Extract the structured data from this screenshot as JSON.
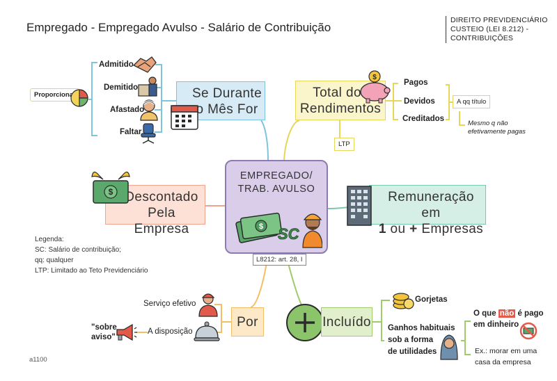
{
  "title": "Empregado - Empregado Avulso - Salário de Contribuição",
  "tag": [
    "DIREITO PREVIDENCIÁRIO",
    "CUSTEIO (LEI 8.212) -",
    "CONTRIBUIÇÕES"
  ],
  "center": {
    "title_line1": "EMPREGADO/",
    "title_line2": "TRAB. AVULSO",
    "ref": "L8212: art. 28, I"
  },
  "durante": {
    "line1": "Se Durante",
    "line2": "o Mês For",
    "items": [
      "Admitido",
      "Demitido",
      "Afastado",
      "Faltar"
    ],
    "proporcional": "Proporcional"
  },
  "total": {
    "line1": "Total dos",
    "line2": "Rendimentos",
    "items": [
      "Pagos",
      "Devidos",
      "Creditados"
    ],
    "qq_titulo": "A qq título",
    "note_line1": "Mesmo q não",
    "note_line2": "efetivamente pagas",
    "ltp": "LTP"
  },
  "descontado": {
    "line1": "Descontado",
    "line2": "Pela Empresa"
  },
  "remuneracao": {
    "line1": "Remuneração em",
    "line2_num": "1",
    "line2_rest": "ou",
    "line2_plus": "+",
    "line2_end": "Empresas"
  },
  "legend": [
    "Legenda:",
    "SC: Salário de contribuição;",
    "qq: qualquer",
    "LTP: Limitado ao Teto Previdenciário"
  ],
  "por": {
    "label": "Por",
    "items": [
      "Serviço efetivo",
      "A disposição"
    ],
    "sobre_line1": "\"sobre",
    "sobre_line2": "aviso\""
  },
  "incluido": {
    "label": "Incluído",
    "gorjetas": "Gorjetas",
    "ganhos": [
      "Ganhos habituais",
      "sob a forma",
      "de utilidades"
    ],
    "nao_pre": "O que",
    "nao_word": "não",
    "nao_post": "é pago",
    "nao_line2": "em dinheiro",
    "ex_line1": "Ex.: morar em uma",
    "ex_line2": "casa da empresa"
  },
  "sc_text": "SC",
  "footer": "a1100",
  "colors": {
    "purple": "#8c7bb0",
    "blue": "#7fc3dd",
    "yellow": "#e6d65a",
    "salmon": "#f0a38d",
    "teal": "#78c9aa",
    "orange": "#f2be66",
    "green": "#9fcb6b"
  }
}
